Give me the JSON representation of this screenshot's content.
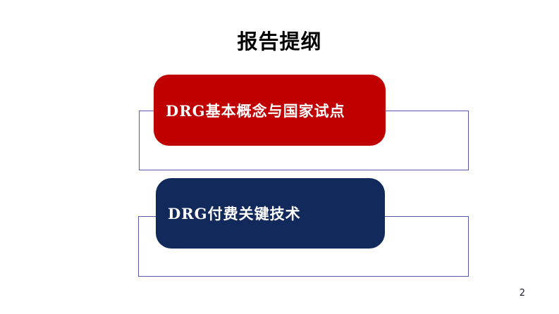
{
  "slide": {
    "title": "报告提纲",
    "page_number": "2"
  },
  "colors": {
    "accent_red": "#C00000",
    "accent_navy": "#12295B",
    "outline_border": "#5757A9",
    "title_text": "#000000",
    "item_text": "#FFFFFF"
  },
  "outline_items": [
    {
      "label": "DRG基本概念与国家试点",
      "color": "#C00000"
    },
    {
      "label": "DRG付费关键技术",
      "color": "#12295B"
    }
  ]
}
